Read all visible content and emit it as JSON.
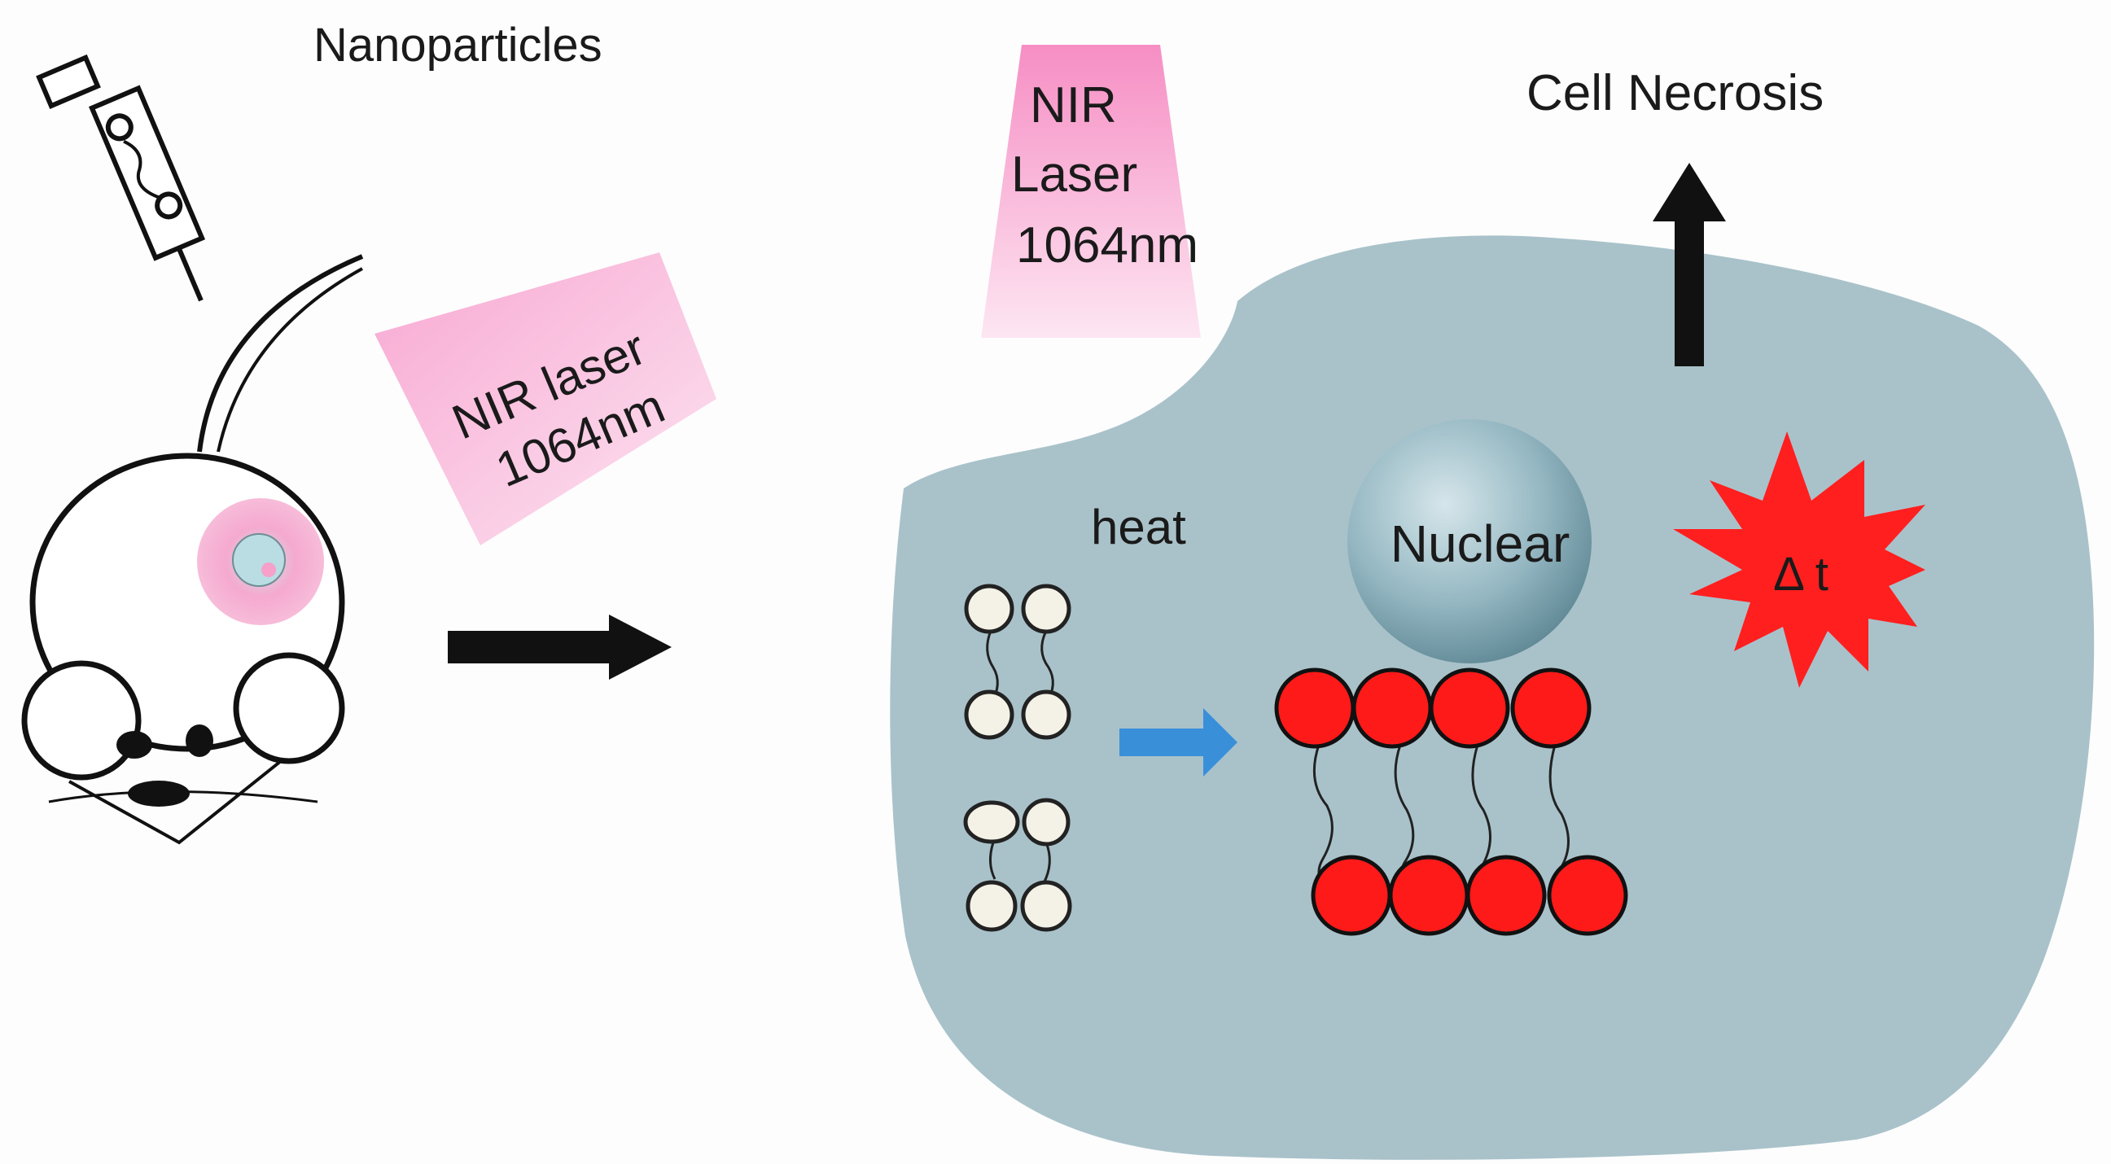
{
  "labels": {
    "nanoparticles": "Nanoparticles",
    "laser_left_line1": "NIR laser",
    "laser_left_line2": "1064nm",
    "laser_right_line1": "NIR",
    "laser_right_line2": "Laser",
    "laser_right_line3": "1064nm",
    "cell_necrosis": "Cell Necrosis",
    "heat": "heat",
    "nuclear": "Nuclear",
    "delta_t": "Δ t"
  },
  "colors": {
    "cell_fill": "#a9c2ca",
    "laser_pink": "#f58fc4",
    "laser_pink_light": "#fbd3e8",
    "particle_red": "#ff1a1a",
    "starburst_red": "#ff1f1f",
    "arrow_blue": "#3a8fd9",
    "nucleus_light": "#c5dbe2",
    "nucleus_dark": "#5c8794"
  },
  "icons": {
    "syringe": "syringe-icon",
    "mouse": "mouse-icon",
    "starburst": "starburst-icon"
  }
}
